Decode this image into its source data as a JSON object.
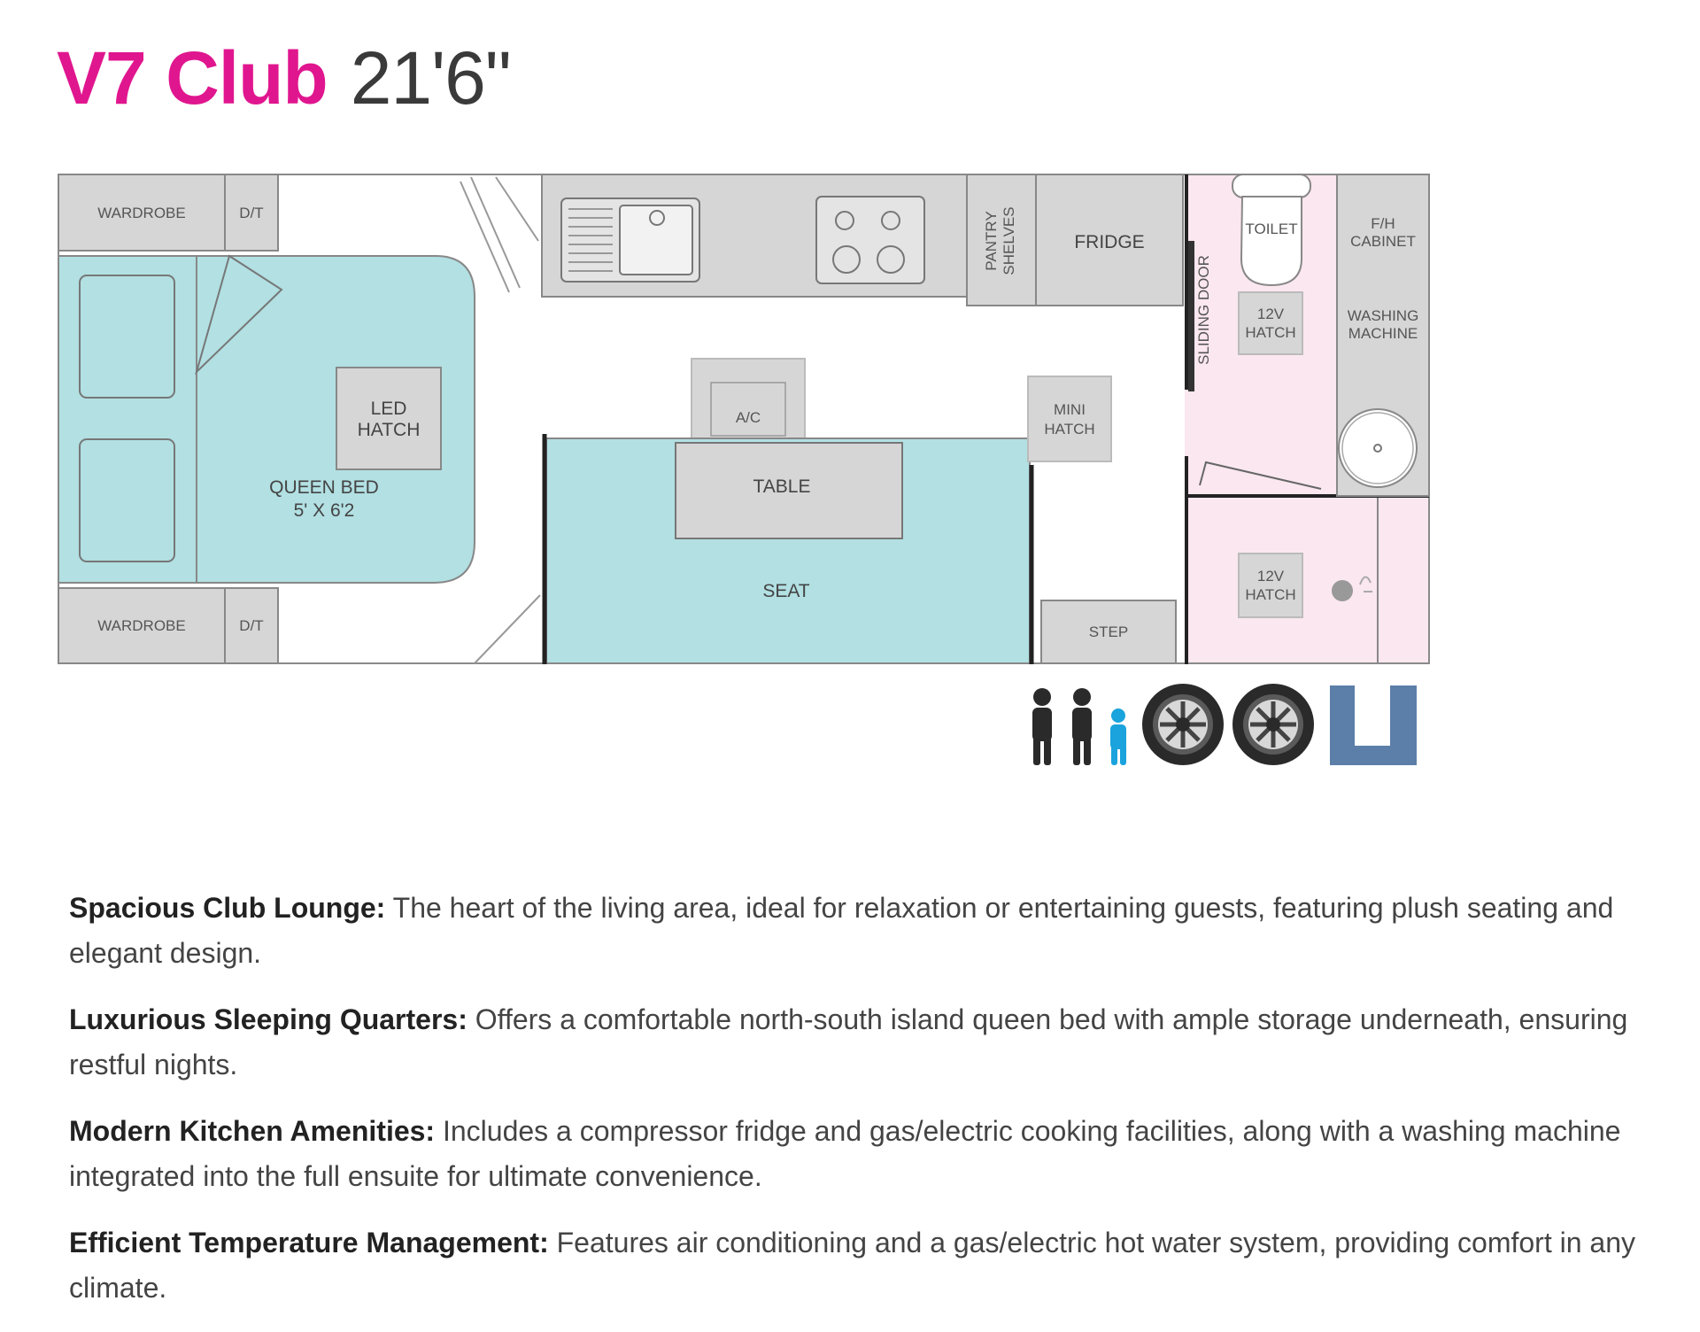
{
  "header": {
    "model": "V7 Club",
    "length": "21'6\""
  },
  "floorplan": {
    "labels": {
      "wardrobe_top": "WARDROBE",
      "dt_top": "D/T",
      "wardrobe_bottom": "WARDROBE",
      "dt_bottom": "D/T",
      "led_hatch_1": "LED",
      "led_hatch_2": "HATCH",
      "queen_bed_1": "QUEEN BED",
      "queen_bed_2": "5' X 6'2",
      "ac": "A/C",
      "table": "TABLE",
      "seat": "SEAT",
      "pantry_1": "PANTRY",
      "pantry_2": "SHELVES",
      "fridge": "FRIDGE",
      "mini_hatch_1": "MINI",
      "mini_hatch_2": "HATCH",
      "step": "STEP",
      "sliding_door": "SLIDING DOOR",
      "toilet": "TOILET",
      "hatch12v_a_1": "12V",
      "hatch12v_a_2": "HATCH",
      "fh_cabinet_1": "F/H",
      "fh_cabinet_2": "CABINET",
      "washing_1": "WASHING",
      "washing_2": "MACHINE",
      "hatch12v_b_1": "12V",
      "hatch12v_b_2": "HATCH"
    },
    "colors": {
      "bed": "#b2e0e3",
      "seat": "#b2e0e3",
      "ensuite": "#fbe7ef",
      "fixture": "#d6d6d6",
      "wall": "#222222",
      "outline": "#888888",
      "child_icon": "#1aa3dc",
      "adult_icon": "#2a2a2a",
      "layout_icon": "#5b7fa8"
    },
    "icons": [
      "adult-icon",
      "adult-icon",
      "child-icon",
      "wheel-icon",
      "wheel-icon",
      "u-lounge-layout-icon"
    ]
  },
  "features": [
    {
      "title": "Spacious Club Lounge:",
      "text": " The heart of the living area, ideal for relaxation or entertaining guests, featuring plush seating and elegant design."
    },
    {
      "title": "Luxurious Sleeping Quarters:",
      "text": " Offers a comfortable north-south island queen bed with ample storage underneath, ensuring restful nights."
    },
    {
      "title": "Modern Kitchen Amenities:",
      "text": " Includes a compressor fridge and gas/electric cooking facilities, along with a washing machine integrated into the full ensuite for ultimate convenience."
    },
    {
      "title": "Efficient Temperature Management:",
      "text": " Features air conditioning and a gas/electric hot water system, providing comfort in any climate."
    }
  ]
}
